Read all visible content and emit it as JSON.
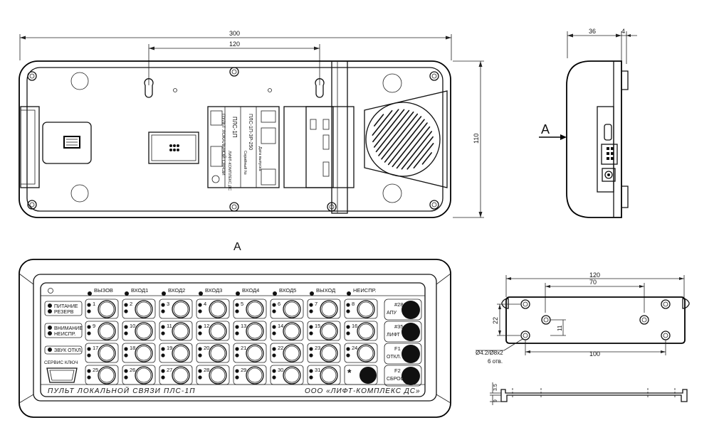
{
  "top_view": {
    "dim_width": "300",
    "dim_holes": "120",
    "dim_height": "110",
    "sticker_lines": [
      "ПУЛЬТ ЛОКАЛЬНОЙ СВЯЗИ",
      "ПЛС-1П",
      "ЛИФТ-КОМПЛЕКС ДС",
      "Серийный №",
      "Дата выпуска"
    ],
    "sticker_code": "ПЛС-1П-ЗР-250"
  },
  "side_view": {
    "dim_depth": "36",
    "dim_lip": "4",
    "arrow_label": "A"
  },
  "front_view": {
    "view_label": "A",
    "top_labels": [
      "ВЫЗОВ",
      "ВХОД1",
      "ВХОД2",
      "ВХОД3",
      "ВХОД4",
      "ВХОД5",
      "ВЫХОД",
      "НЕИСПР."
    ],
    "left_labels": {
      "power": "ПИТАНИЕ",
      "reserve": "РЕЗЕРВ",
      "attention": "ВНИМАНИЕ",
      "fault": "НЕИСПР.",
      "sound_off": "ЗВУК ОТКЛ.",
      "service_key": "СЕРВИС КЛЮЧ"
    },
    "button_numbers": [
      "1",
      "2",
      "3",
      "4",
      "5",
      "6",
      "7",
      "8",
      "9",
      "10",
      "11",
      "12",
      "13",
      "14",
      "15",
      "16",
      "17",
      "18",
      "19",
      "20",
      "21",
      "22",
      "23",
      "24",
      "25",
      "26",
      "27",
      "28",
      "29",
      "30",
      "31"
    ],
    "star_key": "*",
    "function_keys": [
      {
        "top": "#28",
        "label": "АПУ"
      },
      {
        "top": "#35",
        "label": "ЛИФТ"
      },
      {
        "top": "F1",
        "label": "ОТКЛ."
      },
      {
        "top": "F2",
        "label": "СБРОС"
      }
    ],
    "footer_left": "ПУЛЬТ ЛОКАЛЬНОЙ СВЯЗИ ПЛС-1П",
    "footer_right": "ООО «ЛИФТ-КОМПЛЕКС ДС»"
  },
  "bracket_view": {
    "dim_total": "120",
    "dim_inner": "70",
    "dim_bottom": "100",
    "dim_height": "22",
    "dim_small": "11",
    "hole_note": "Ø4.2/Ø8x2",
    "hole_count": "6 отв.",
    "dim_thickness": "3.5",
    "dim_profile": "9"
  }
}
